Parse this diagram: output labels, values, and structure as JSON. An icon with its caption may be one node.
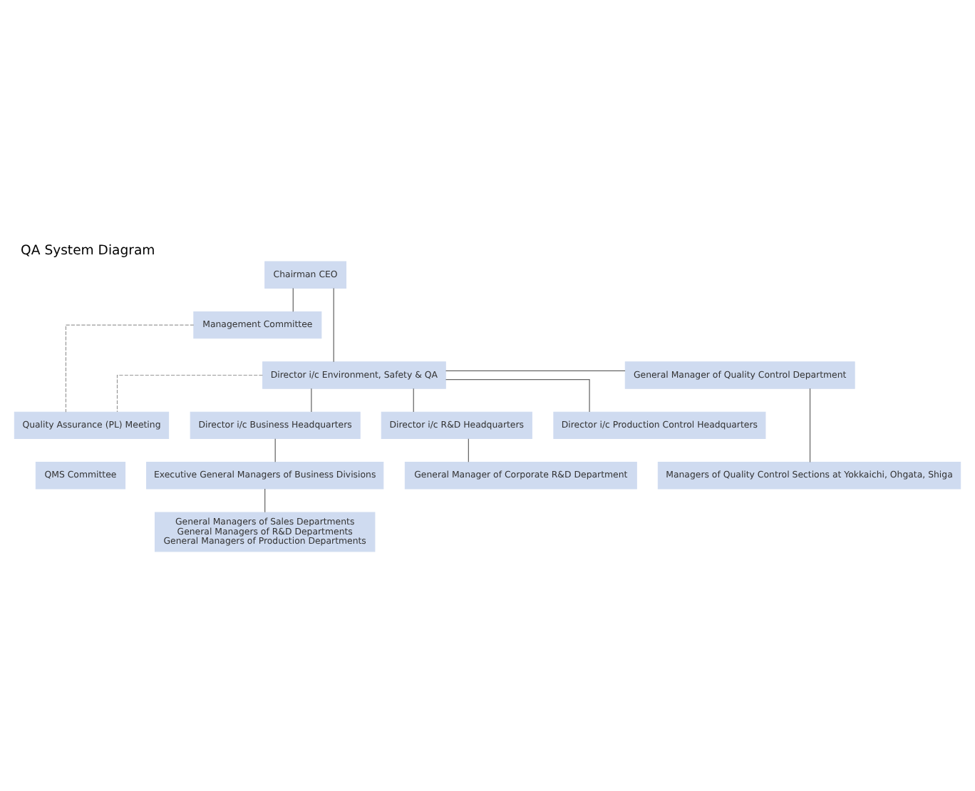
{
  "diagram": {
    "title": "QA System Diagram",
    "nodes": [
      {
        "text": [
          "Chairman CEO"
        ]
      },
      {
        "text": [
          "Management Committee"
        ]
      },
      {
        "text": [
          "General Manager of Quality Control Department"
        ]
      },
      {
        "text": [
          "Director i/c Environment, Safety & QA"
        ]
      },
      {
        "text": [
          "Managers of Quality Control Sections at Yokkaichi, Ohgata, Shiga"
        ]
      },
      {
        "text": [
          "Quality Assurance (PL) Meeting"
        ]
      },
      {
        "text": [
          "QMS Committee"
        ]
      },
      {
        "text": [
          "Director i/c Business Headquarters"
        ]
      },
      {
        "text": [
          "Director i/c R&D Headquarters"
        ]
      },
      {
        "text": [
          "Director i/c Production Control Headquarters"
        ]
      },
      {
        "text": [
          "Executive General Managers of Business Divisions"
        ]
      },
      {
        "text": [
          "General Manager of Corporate R&D Department"
        ]
      },
      {
        "text": [
          "General Managers of Sales Departments",
          "General Managers of R&D Departments",
          "General Managers of Production Departments"
        ]
      }
    ],
    "edges": [
      {
        "from": 0,
        "to": 3,
        "arrow": "none"
      },
      {
        "from": 0,
        "to": 1,
        "arrow": "none"
      },
      {
        "from": 3,
        "to": 2,
        "arrow": "none"
      },
      {
        "from": 2,
        "to": 4,
        "arrow": "none"
      },
      {
        "from": 3,
        "to": 5,
        "arrow": "none",
        "style": "dashed",
        "color": "#999999"
      },
      {
        "from": 1,
        "to": 5,
        "arrow": "none",
        "style": "dashed",
        "color": "#999999"
      },
      {
        "from": 3,
        "to": 7,
        "arrow": "none"
      },
      {
        "from": 3,
        "to": 8,
        "arrow": "none"
      },
      {
        "from": 3,
        "to": 9,
        "arrow": "none"
      },
      {
        "from": 7,
        "to": 10,
        "arrow": "none"
      },
      {
        "from": 10,
        "to": 12,
        "arrow": "none"
      },
      {
        "from": 8,
        "to": 11,
        "arrow": "none"
      }
    ]
  }
}
